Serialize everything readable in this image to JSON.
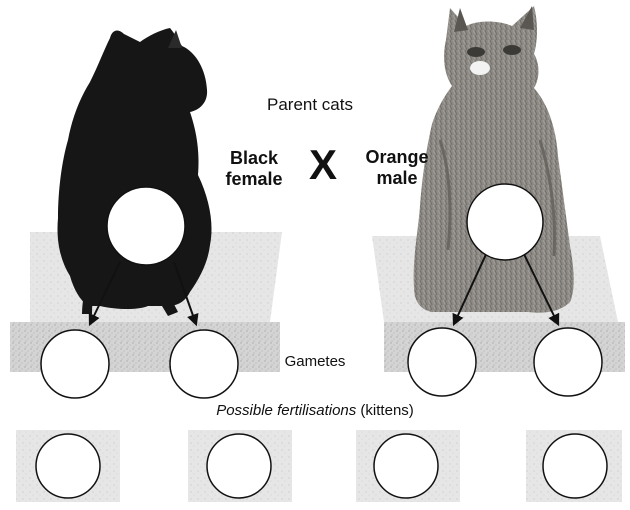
{
  "diagram": {
    "title": "Parent cats",
    "cross_symbol": "X",
    "parents": [
      {
        "line1": "Black",
        "line2": "female",
        "icon": "black-cat-photo"
      },
      {
        "line1": "Orange",
        "line2": "male",
        "icon": "tabby-cat-photo"
      }
    ],
    "gametes_label": "Gametes",
    "fertilisations_italic": "Possible fertilisations",
    "fertilisations_rest": " (kittens)"
  },
  "colors": {
    "black_cat": "#161616",
    "orange_cat": "#8d8a85",
    "platform": "#c9c9c9",
    "outline": "#111111"
  }
}
